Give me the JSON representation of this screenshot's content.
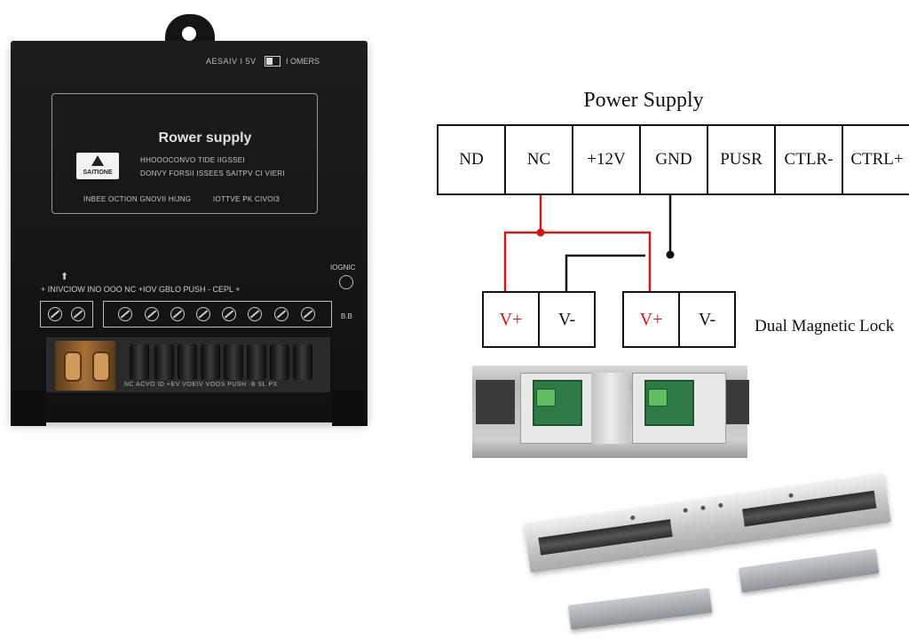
{
  "power_supply_unit": {
    "model_text": "AESAIV I 5V",
    "switch_text": "I OMERS",
    "panel_title": "Rower supply",
    "logo_text": "SAITIONE",
    "spec_line_1": "HHOOOCONVO TIDE IIGSSEI",
    "spec_line_2": "DONVY FORSII ISSEES SAITPV CI VIERI",
    "spec_line_3": "INBEE OCTION GNOVII HIJNG",
    "spec_line_4": "IOTTVE PK CIVOI3",
    "terminal_labels": "+ INIVCIOW        INO   OOO   NC   +IOV  GBLO  PUSH   - CEPL +",
    "right_label_top": "IOGNIC",
    "right_label_bottom": "B.B",
    "pcb_text": "NC ACVO ID +EV VOEIV VOOS PUSH ·B SL PX"
  },
  "diagram": {
    "title": "Power Supply",
    "terminals": [
      "ND",
      "NC",
      "+12V",
      "GND",
      "PUSR",
      "CTLR-",
      "CTRL+"
    ],
    "lock_left": {
      "v_plus": "V+",
      "v_minus": "V-"
    },
    "lock_right": {
      "v_plus": "V+",
      "v_minus": "V-"
    },
    "device_label": "Dual Magnetic Lock",
    "colors": {
      "positive_wire": "#cc1a1a",
      "negative_wire": "#111111"
    }
  }
}
